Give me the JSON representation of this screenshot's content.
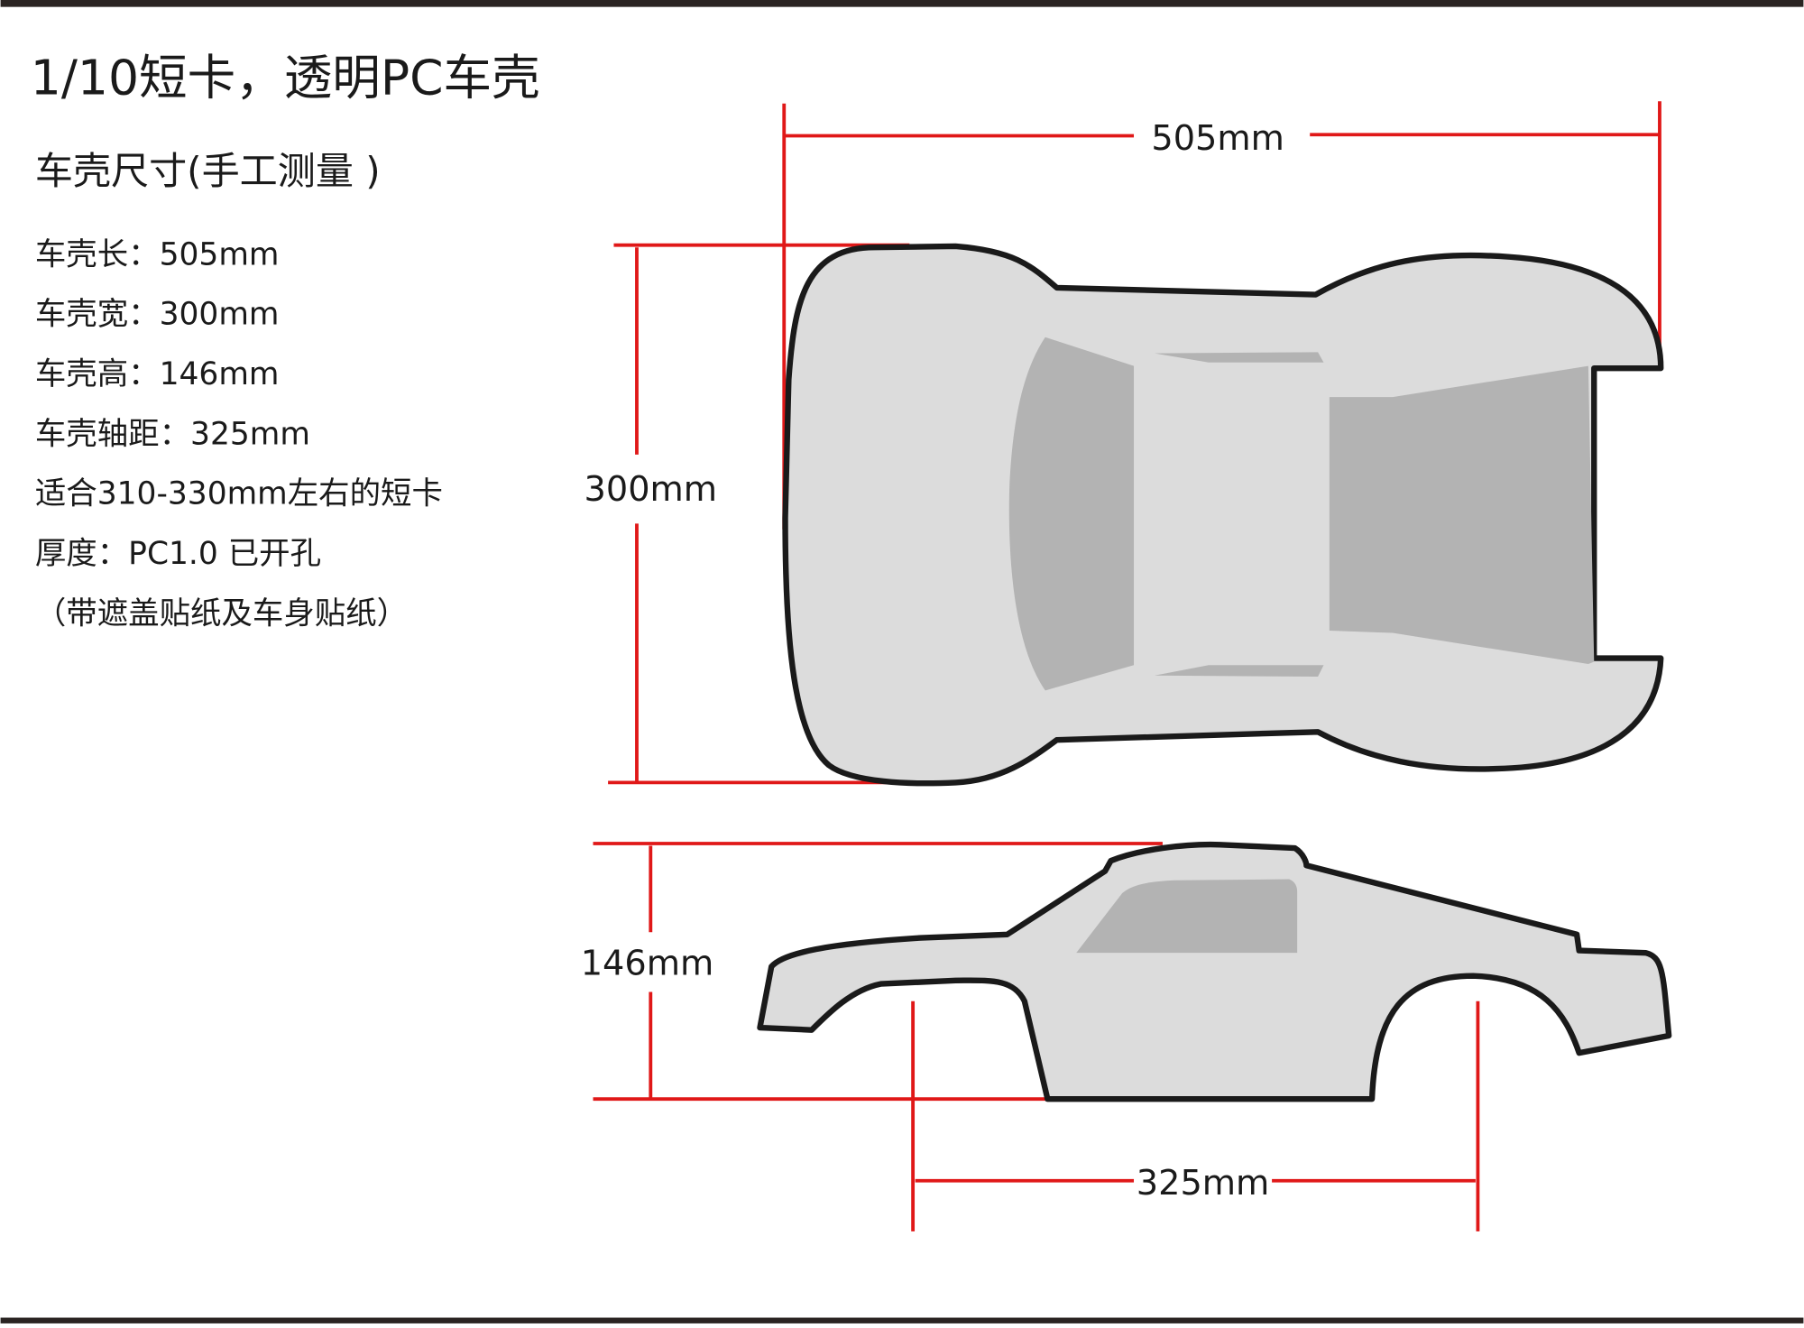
{
  "title": "1/10短卡，透明PC车壳",
  "subtitle": "车壳尺寸(手工测量 )",
  "specs": [
    "车壳长：505mm",
    "车壳宽：300mm",
    "车壳高：146mm",
    "车壳轴距：325mm",
    "适合310-330mm左右的短卡",
    "厚度：PC1.0  已开孔",
    "（带遮盖贴纸及车身贴纸）"
  ],
  "dimensions": {
    "length": "505mm",
    "width": "300mm",
    "height": "146mm",
    "wheelbase": "325mm"
  },
  "colors": {
    "dimension_line": "#e01818",
    "body_fill": "#dcdcdc",
    "window_fill": "#b3b3b3"
  }
}
